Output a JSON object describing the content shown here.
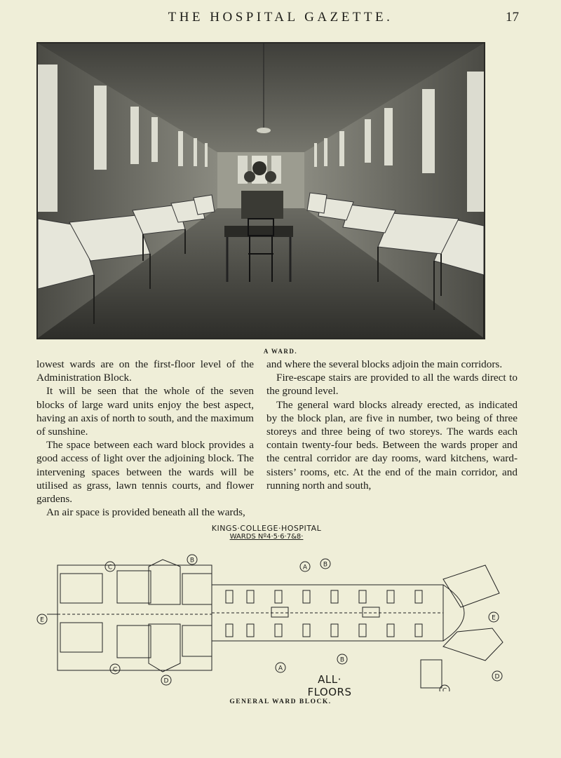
{
  "header": {
    "running_title": "THE HOSPITAL GAZETTE.",
    "page_number": "17"
  },
  "photo": {
    "caption": "A WARD."
  },
  "body": {
    "left_column": [
      "lowest wards are on the first-floor level of the Administration Block.",
      "It will be seen that the whole of the seven blocks of large ward units enjoy the best aspect, having an axis of north to south, and the maximum of sunshine.",
      "The space between each ward block provides a good access of light over the adjoining block. The intervening spaces between the wards will be utilised as grass, lawn tennis courts, and flower gardens.",
      "An air space is provided beneath all the wards,"
    ],
    "right_column": [
      "and where the several blocks adjoin the main corridors.",
      "Fire-escape stairs are provided to all the wards direct to the ground level.",
      "The general ward blocks already erected, as indicated by the block plan, are five in number, two being of three storeys and three being of two storeys. The wards each contain twenty-four beds. Between the wards proper and the central corridor are day rooms, ward kitchens, ward-sisters’ rooms, etc. At the end of the main corridor, and running north and south,"
    ]
  },
  "plan": {
    "title": "KINGS·COLLEGE·HOSPITAL",
    "subtitle": "WARDS Nº4·5·6·7&8·",
    "floors_label": "ALL· FLOORS",
    "caption": "GENERAL WARD BLOCK.",
    "markers": [
      "C",
      "B",
      "A",
      "B",
      "E",
      "C",
      "D",
      "A",
      "B",
      "E",
      "C",
      "D"
    ]
  }
}
